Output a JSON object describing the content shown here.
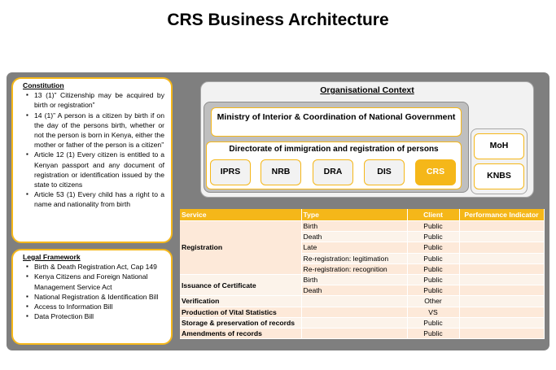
{
  "title": "CRS Business Architecture",
  "constitution": {
    "heading": "Constitution",
    "items": [
      "13 (1)” Citizenship may be acquired by birth or registration”",
      "14 (1)” A person is a citizen by birth if on the day of the persons birth, whether or not the person is born in Kenya, either the mother or father of the person is a citizen”",
      "Article 12 (1) Every citizen is entitled to a Kenyan passport and any document of registration or identification issued by the state to citizens",
      "Article 53 (1) Every child has a right to a name and nationality from birth"
    ]
  },
  "legal": {
    "heading": "Legal Framework",
    "items": [
      "Birth & Death Registration Act, Cap 149",
      "Kenya Citizens and Foreign National Management Service Act",
      "National Registration & Identification Bill",
      "Access to Information Bill",
      "Data Protection Bill"
    ]
  },
  "org": {
    "title": "Organisational Context",
    "ministry": "Ministry of Interior & Coordination of National Government",
    "directorate": "Directorate of immigration and registration of persons",
    "units": [
      "IPRS",
      "NRB",
      "DRA",
      "DIS",
      "CRS"
    ],
    "active_unit": "CRS",
    "side": [
      "MoH",
      "KNBS"
    ]
  },
  "table": {
    "headers": [
      "Service",
      "Type",
      "Client",
      "Performance Indicator"
    ],
    "groups": [
      {
        "service": "Registration",
        "rows": [
          {
            "type": "Birth",
            "client": "Public"
          },
          {
            "type": "Death",
            "client": "Public"
          },
          {
            "type": "Late",
            "client": "Public"
          },
          {
            "type": "Re-registration: legitimation",
            "client": "Public"
          },
          {
            "type": "Re-registration: recognition",
            "client": "Public"
          }
        ]
      },
      {
        "service": "Issuance of Certificate",
        "rows": [
          {
            "type": "Birth",
            "client": "Public"
          },
          {
            "type": "Death",
            "client": "Public"
          }
        ]
      },
      {
        "service": "Verification",
        "rows": [
          {
            "type": "",
            "client": "Other"
          }
        ]
      },
      {
        "service": "Production of Vital Statistics",
        "rows": [
          {
            "type": "",
            "client": "VS"
          }
        ]
      },
      {
        "service": "Storage & preservation of records",
        "rows": [
          {
            "type": "",
            "client": "Public"
          }
        ]
      },
      {
        "service": "Amendments of records",
        "rows": [
          {
            "type": "",
            "client": "Public"
          }
        ]
      }
    ]
  },
  "colors": {
    "accent": "#f5b719",
    "frame": "#7f7f7f",
    "row_a": "#fde9d9",
    "row_b": "#fcf3ea"
  }
}
